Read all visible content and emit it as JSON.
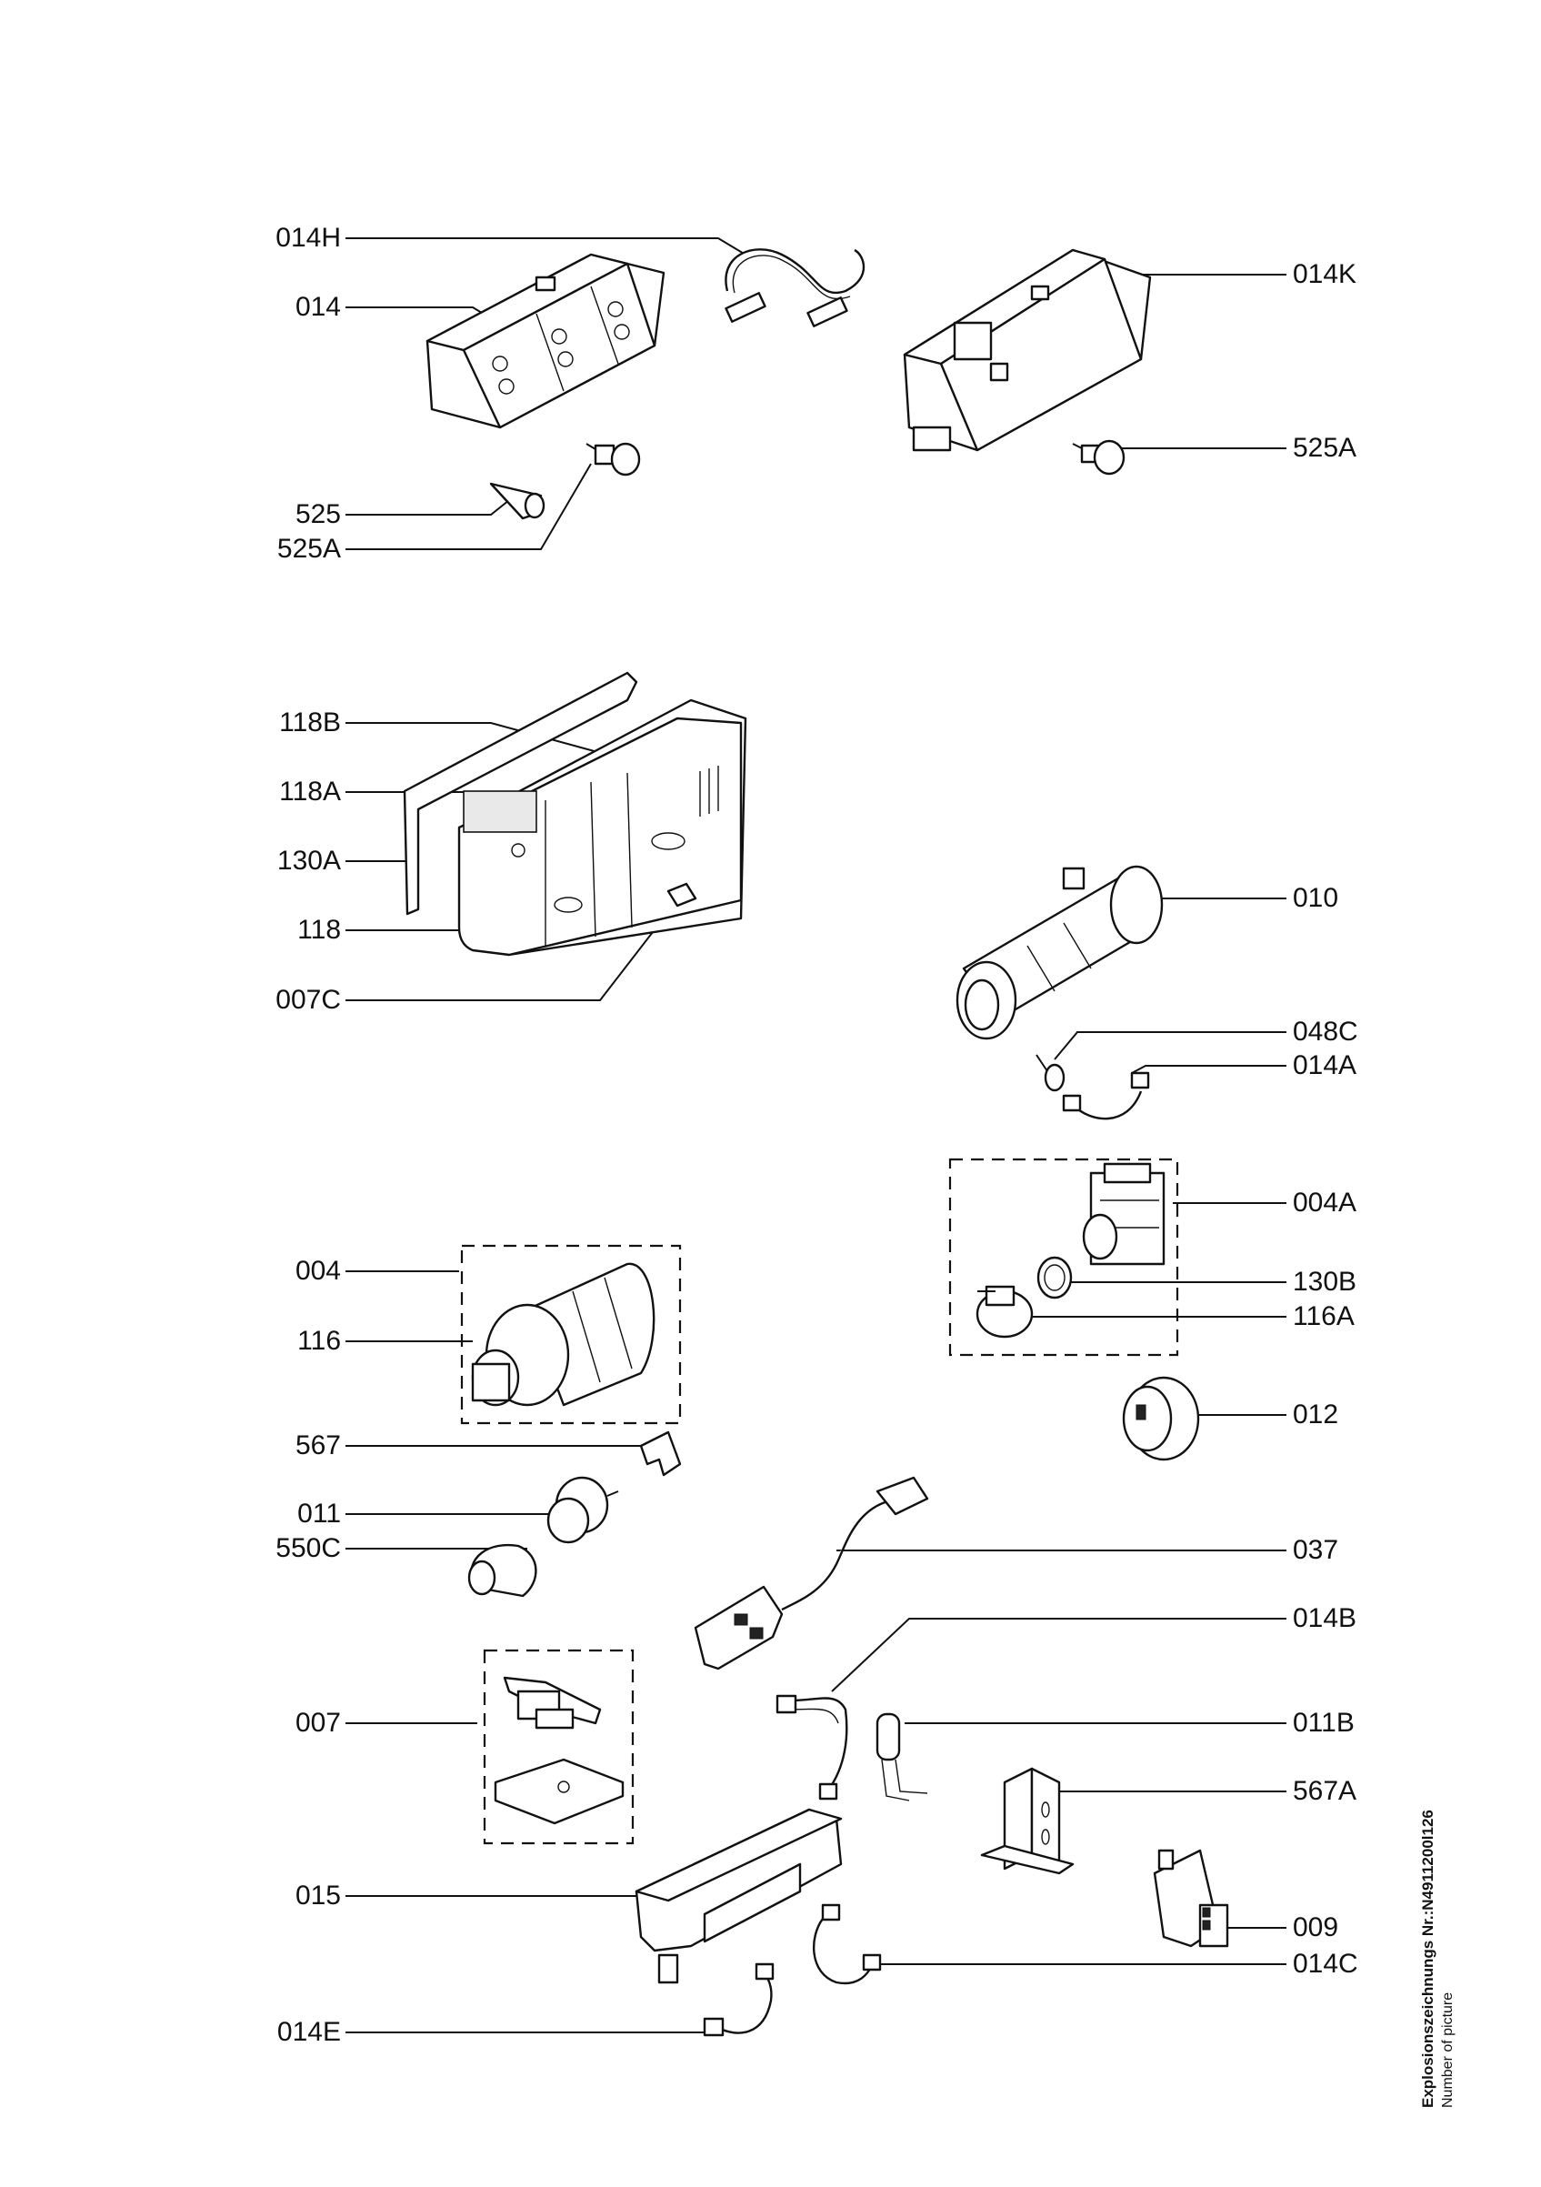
{
  "labels": {
    "l014H": "014H",
    "l014": "014",
    "l525": "525",
    "l525A_left": "525A",
    "l014K": "014K",
    "l525A_right": "525A",
    "l118B": "118B",
    "l118A": "118A",
    "l130A": "130A",
    "l118": "118",
    "l007C": "007C",
    "l010": "010",
    "l048C": "048C",
    "l014A": "014A",
    "l004A": "004A",
    "l130B": "130B",
    "l116A": "116A",
    "l012": "012",
    "l004": "004",
    "l116": "116",
    "l567": "567",
    "l011": "011",
    "l550C": "550C",
    "l037": "037",
    "l014B": "014B",
    "l011B": "011B",
    "l567A": "567A",
    "l007": "007",
    "l015": "015",
    "l009": "009",
    "l014C": "014C",
    "l014E": "014E"
  },
  "side_text": {
    "line1": "Explosionszeichnungs Nr.:N4911200l126",
    "line2": "Number of picture"
  }
}
